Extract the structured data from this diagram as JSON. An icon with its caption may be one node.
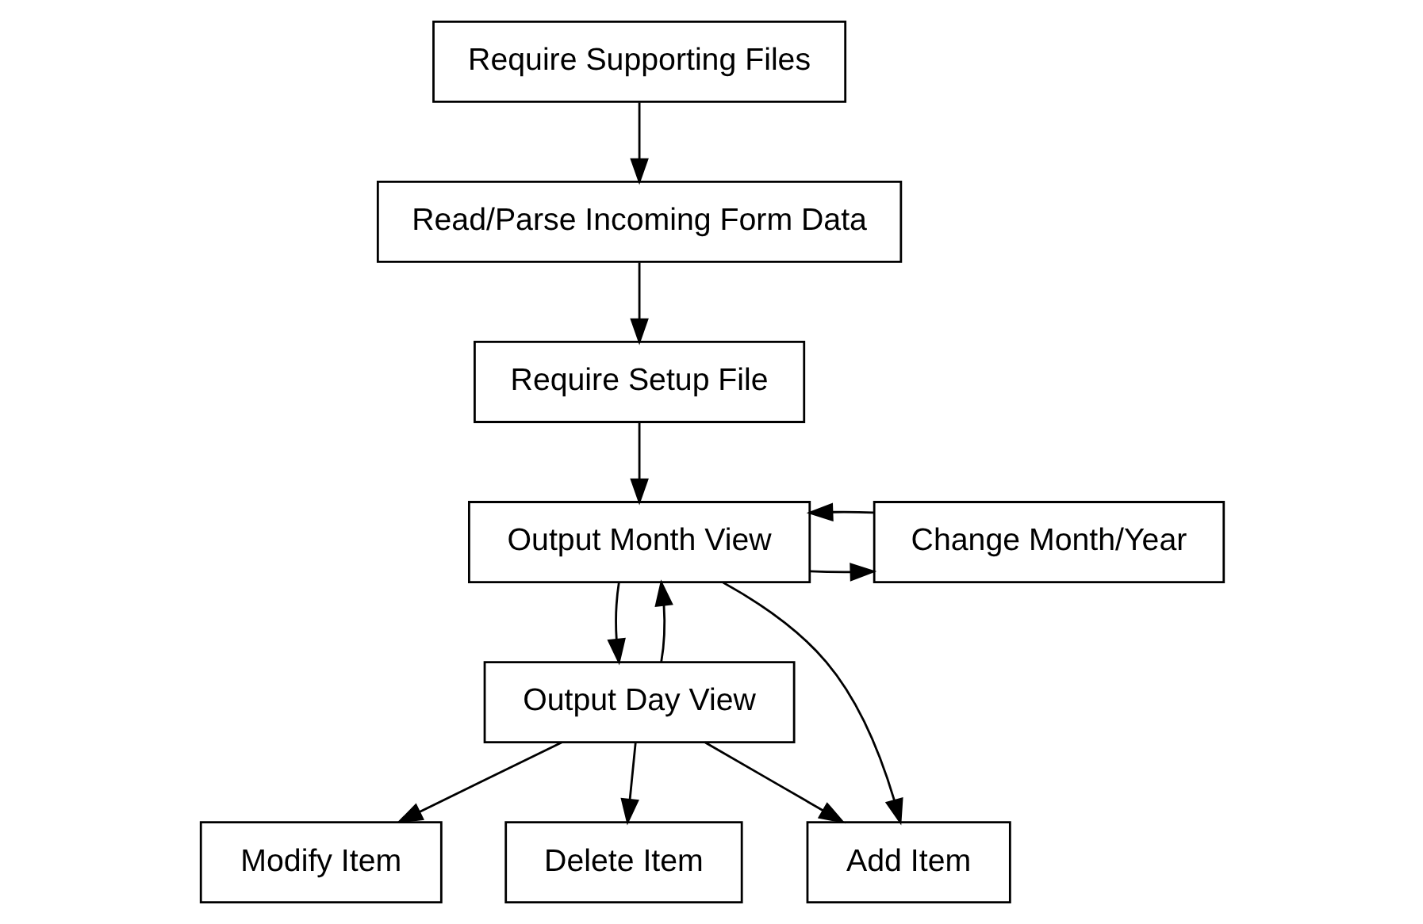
{
  "diagram": {
    "nodes": [
      {
        "text": [
          "Require Supporting Files"
        ]
      },
      {
        "text": [
          "Read/Parse Incoming Form Data"
        ]
      },
      {
        "text": [
          "Require Setup File"
        ]
      },
      {
        "text": [
          "Output Month View"
        ]
      },
      {
        "text": [
          "Change Month/Year"
        ]
      },
      {
        "text": [
          "Output Day View"
        ]
      },
      {
        "text": [
          "Modify Item"
        ]
      },
      {
        "text": [
          "Delete Item"
        ]
      },
      {
        "text": [
          "Add Item"
        ]
      }
    ],
    "edges": [
      {
        "from": 0,
        "to": 1,
        "arrow": "to"
      },
      {
        "from": 1,
        "to": 2,
        "arrow": "to"
      },
      {
        "from": 2,
        "to": 3,
        "arrow": "to"
      },
      {
        "from": 3,
        "to": 5,
        "arrow": "to"
      },
      {
        "from": 5,
        "to": 3,
        "arrow": "to"
      },
      {
        "from": 3,
        "to": 4,
        "arrow": "to"
      },
      {
        "from": 4,
        "to": 3,
        "arrow": "to"
      },
      {
        "from": 3,
        "to": 8,
        "arrow": "to"
      },
      {
        "from": 5,
        "to": 6,
        "arrow": "to"
      },
      {
        "from": 5,
        "to": 7,
        "arrow": "to"
      },
      {
        "from": 5,
        "to": 8,
        "arrow": "to"
      }
    ]
  }
}
